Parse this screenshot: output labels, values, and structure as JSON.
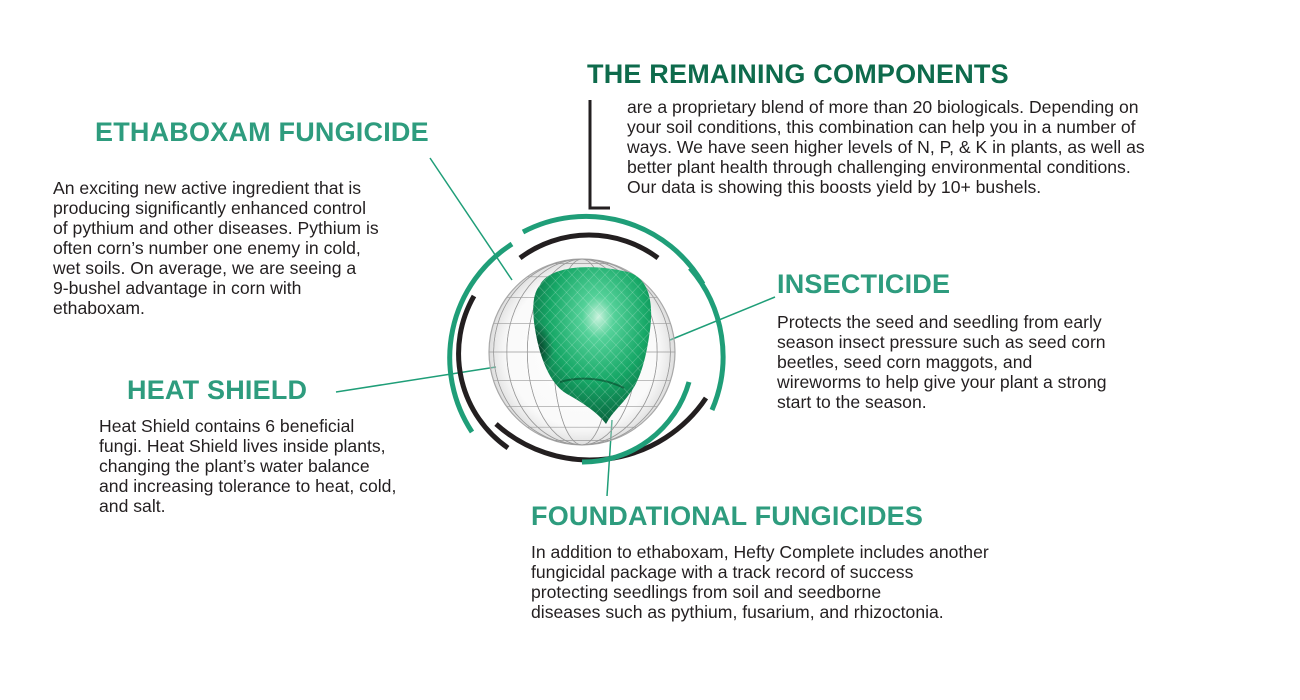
{
  "colors": {
    "heading_green": "#2e9c7e",
    "heading_dark_green": "#0e6b4c",
    "accent_green": "#1f9e78",
    "dark_ring": "#231f20",
    "text": "#231f20",
    "seed_green": "#1cae72"
  },
  "sections": {
    "remaining": {
      "title": "THE REMAINING COMPONENTS",
      "lines": [
        "are a proprietary blend of more than 20 biologicals. Depending on",
        "your soil conditions, this combination can help you in a number of",
        "ways.  We have seen higher levels of N, P, & K in plants, as well as",
        "better plant health through challenging environmental conditions.",
        "Our data is showing this boosts yield by 10+ bushels."
      ]
    },
    "ethaboxam": {
      "title": "ETHABOXAM FUNGICIDE",
      "lines": [
        "An exciting new active ingredient that is",
        "producing significantly enhanced control",
        "of pythium and other diseases. Pythium is",
        "often corn’s number one enemy in cold,",
        "wet soils. On average, we are seeing a",
        "9-bushel advantage in corn with",
        "ethaboxam."
      ]
    },
    "insecticide": {
      "title": "INSECTICIDE",
      "lines": [
        "Protects the seed and seedling from early",
        "season insect pressure such as seed corn",
        "beetles, seed corn maggots, and",
        "wireworms to help give your plant a strong",
        "start to the season."
      ]
    },
    "heat_shield": {
      "title": "HEAT SHIELD",
      "lines": [
        "Heat Shield contains 6 beneficial",
        "fungi.  Heat Shield lives inside plants,",
        "changing the plant’s water balance",
        "and increasing tolerance to heat, cold,",
        "and salt."
      ]
    },
    "foundational": {
      "title": "FOUNDATIONAL FUNGICIDES",
      "lines": [
        "In addition to ethaboxam, Hefty Complete includes another",
        "fungicidal package with a track record of success",
        "protecting seedlings from soil and seedborne",
        "diseases such as pythium, fusarium, and rhizoctonia."
      ]
    }
  }
}
